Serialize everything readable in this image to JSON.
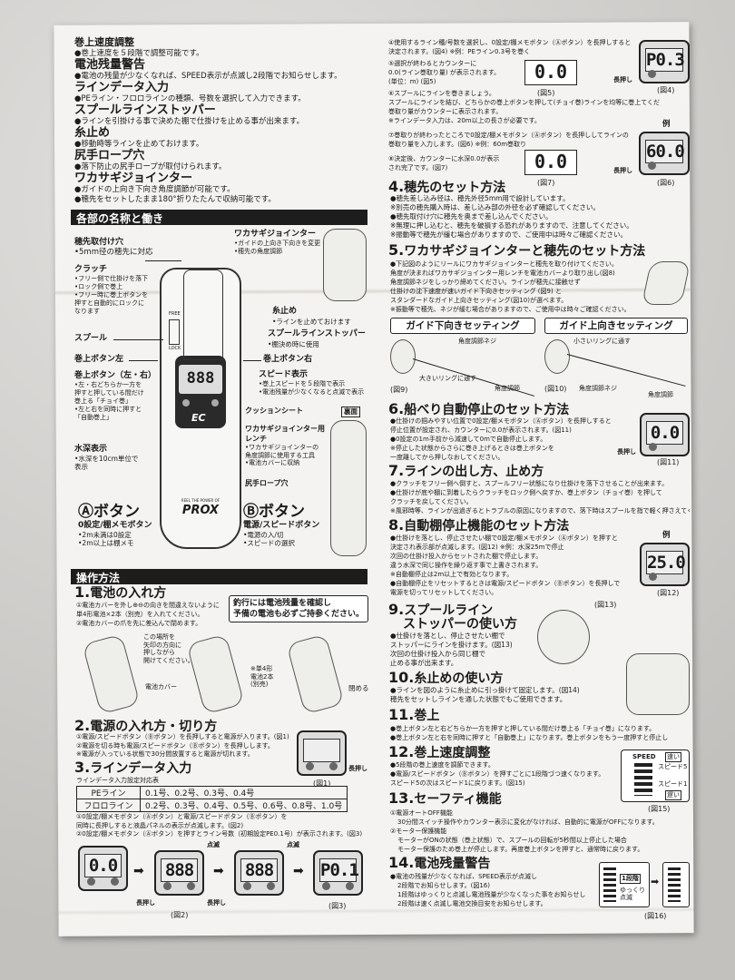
{
  "features": [
    {
      "title": "巻上速度調整",
      "bullets": [
        "●巻上速度を５段階で調整可能です。"
      ]
    },
    {
      "title": "電池残量警告",
      "bullets": [
        "●電池の残量が少なくなれば、SPEED表示が点滅し2段階でお知らせします。"
      ]
    },
    {
      "title": "ラインデータ入力",
      "bullets": [
        "●PEライン・フロロラインの種類、号数を選択して入力できます。"
      ]
    },
    {
      "title": "スプールラインストッパー",
      "bullets": [
        "●ラインを引掛ける事で決めた棚で仕掛けを止める事が出来ます。"
      ]
    },
    {
      "title": "糸止め",
      "bullets": [
        "●移動時等ラインを止めておけます。"
      ]
    },
    {
      "title": "尻手ロープ穴",
      "bullets": [
        "●落下防止の尻手ロープが取付けられます。"
      ]
    },
    {
      "title": "ワカサギジョインター",
      "bullets": [
        "●ガイドの上向き下向き角度調節が可能です。",
        "●穂先をセットしたまま180°折りたたんで収納可能です。"
      ]
    }
  ],
  "parts": {
    "header": "各部の名称と働き",
    "tip_hole": {
      "title": "穂先取付け穴",
      "desc": "•5mm径の穂先に対応"
    },
    "clutch": {
      "title": "クラッチ",
      "desc": [
        "•フリー側で仕掛けを落下",
        "•ロック側で巻上",
        "•フリー時に巻上ボタンを",
        "押すと自動的にロックに",
        "なります"
      ]
    },
    "clutch_free": "FREE",
    "clutch_lock": "LOCK",
    "spool": "スプール",
    "btn_left": "巻上ボタン左",
    "btn_lr": {
      "title": "巻上ボタン（左・右）",
      "desc": [
        "•左・右どちらか一方を",
        "押すと押している間だけ",
        "巻上る「チョイ巻」",
        "•左と右を同時に押すと",
        "「自動巻上」"
      ]
    },
    "depth": {
      "title": "水深表示",
      "desc": [
        "•水深を10cm単位で",
        "表示"
      ]
    },
    "a_button": {
      "mark": "Ⓐ",
      "title": "ボタン",
      "sub": "0設定/棚メモボタン",
      "desc": [
        "•2m未満は0設定",
        "•2m以上は棚メモ"
      ]
    },
    "b_button": {
      "mark": "Ⓑ",
      "title": "ボタン",
      "sub": "電源/スピードボタン",
      "desc": [
        "•電源の入/切",
        "•スピードの選択"
      ]
    },
    "joint": {
      "title": "ワカサギジョインター",
      "desc": [
        "•ガイドの上向き下向きを変更",
        "•穂先の角度調節"
      ]
    },
    "line_stop": {
      "title": "糸止め",
      "desc": "•ラインを止めておけます"
    },
    "spool_stopper": {
      "title": "スプールラインストッパー",
      "desc": "•棚決め時に使用"
    },
    "btn_right": "巻上ボタン右",
    "speed": {
      "title": "スピード表示",
      "desc": [
        "•巻上スピードを５段階で表示",
        "•電池残量が少なくなると点滅で表示"
      ]
    },
    "cushion": "クッションシート",
    "back_label": "裏面",
    "wrench": {
      "title": "ワカサギジョインター用",
      "title2": "レンチ",
      "desc": [
        "•ワカサギジョインターの",
        "角度調節に使用する工具",
        "•電池カバーに収納"
      ]
    },
    "rope_hole": "尻手ロープ穴",
    "device_display": "888",
    "device_logo": "EC",
    "device_brand": "PROX",
    "device_tagline": "REEL THE POWER OF"
  },
  "operation": {
    "header": "操作方法",
    "s1": {
      "num": "1.",
      "title": "電池の入れ方",
      "lines": [
        "①電池カバーを外し⊕⊖の向きを間違えないように",
        "単4形電池×2本（別売）を入れてください。",
        "②電池カバーの爪を先に差込んで閉めます。"
      ],
      "notice": [
        "釣行には電池残量を確認し",
        "予備の電池も必ずご持参ください。"
      ],
      "callout": [
        "この場所を",
        "矢印の方向に",
        "押しながら",
        "開けてください。"
      ],
      "cover": "電池カバー",
      "batt": [
        "※単4形",
        "電池2本",
        "(別売)"
      ],
      "close": "閉める"
    },
    "s2": {
      "num": "2.",
      "title": "電源の入れ方・切り方",
      "lines": [
        "①電源/スピードボタン（Ⓑボタン）を長押しすると電源が入ります。(図1)",
        "②電源を切る時も電源/スピードボタン（Ⓑボタン）を長押しします。",
        "※電源が入っている状態で30分間放置すると電源が切れます。"
      ],
      "press": "長押し",
      "fig": "(図1)"
    },
    "s3": {
      "num": "3.",
      "title": "ラインデータ入力",
      "table_caption": "ラインデータ入力設定対応表",
      "table": [
        [
          "PEライン",
          "0.1号、0.2号、0.3号、0.4号"
        ],
        [
          "フロロライン",
          "0.2号、0.3号、0.4号、0.5号、0.6号、0.8号、1.0号"
        ]
      ],
      "lines": [
        "①0設定/棚メモボタン（Ⓐボタン）と電源/スピードボタン（Ⓑボタン）を",
        "同時に長押しすると液晶パネルの表示が点滅します。(図2)",
        "②0設定/棚メモボタン（Ⓐボタン）を押すとライン号数（初期設定PE0.1号）が表示されます。(図3)"
      ],
      "displays": [
        "0.0",
        "888",
        "888",
        "P0.1"
      ],
      "blink": "点滅",
      "press": "長押し",
      "fig2": "(図2)",
      "fig3": "(図3)"
    }
  },
  "right": {
    "steps": [
      "④使用するライン種/号数を選択し、0設定/棚メモボタン（Ⓐボタン）を長押しすると",
      "決定されます。(図4) ※例：PEライン0.3号を巻く",
      "⑤選択が終わるとカウンターに",
      "0.0(ライン巻取り量) が表示されます。",
      "(単位：m) (図5)",
      "⑥スプールにラインを巻きましょう。",
      "スプールにラインを結び、どちらかの巻上ボタンを押して(チョイ巻)ラインを均等に巻上てくだ",
      "巻取り量がカウンターに表示されます。",
      "※ラインデータ入力は、20m以上の長さが必要です。",
      "⑦巻取りが終わったところで0設定/棚メモボタン（Ⓐボタン）を長押ししてラインの",
      "巻取り量を入力します。(図6) ※例：60m巻取り",
      "⑧決定後、カウンターに水深0.0が表示",
      "され完了です。(図7)"
    ],
    "disp": {
      "fig4": "P0.3",
      "fig5": "0.0",
      "fig6": "60.0",
      "fig7": "0.0",
      "fig11": "0.0",
      "fig12": "25.0"
    },
    "figs": {
      "f4": "(図4)",
      "f5": "(図5)",
      "f6": "(図6)",
      "f7": "(図7)",
      "f9": "(図9)",
      "f10": "(図10)",
      "f11": "(図11)",
      "f12": "(図12)",
      "f13": "(図13)",
      "f15": "(図15)",
      "f16": "(図16)"
    },
    "press": "長押し",
    "example": "例",
    "s4": {
      "num": "4.",
      "title": "穂先のセット方法",
      "lines": [
        "●穂先差し込み径は、穂先外径5mm用で設計しています。",
        "※別売の穂先購入時は、差し込み部の外径を必ず確認してください。",
        "●穂先取付け穴に穂先を奥まで差し込んでください。",
        "※無理に押し込むと、穂先を破損する恐れがありますので、注意してください。",
        "※振動等で穂先が緩む場合がありますので、ご使用中は時々ご確認ください。"
      ]
    },
    "s5": {
      "num": "5.",
      "title": "ワカサギジョインターと穂先のセット方法",
      "lines": [
        "●下記図のようにリールにワカサギジョインターと穂先を取り付けてください。",
        "角度が決まればワカサギジョインター用レンチを電池カバーより取り出し(図8)",
        "角度調節ネジをしっかり締めてください。ラインが穂先に接触せず",
        "仕掛けの沈下速度が速いガイド下向きセッティング (図9) と",
        "スタンダードなガイド上向きセッティング(図10)が選べます。",
        "※振動等で穂先、ネジが緩む場合がありますので、ご使用中は時々ご確認ください。"
      ],
      "down": "ガイド下向きセッティング",
      "up": "ガイド上向きセッティング",
      "screw": "角度調節ネジ",
      "big_ring": "大きいリングに通す",
      "small_ring": "小さいリングに通す",
      "angle": "角度調節"
    },
    "s6": {
      "num": "6.",
      "title": "船べり自動停止のセット方法",
      "lines": [
        "●仕掛けの掴みやすい位置で0設定/棚メモボタン（Ⓐボタン）を長押しすると",
        "停止位置が設定され、カウンターに0.0が表示されます。(図11)",
        "●0設定の1m手前から減速して0mで自動停止します。",
        "※停止した状態からさらに巻き上げるときは巻上ボタンを",
        "一度離してから押しなおしてください。"
      ]
    },
    "s7": {
      "num": "7.",
      "title": "ラインの出し方、止め方",
      "lines": [
        "●クラッチをフリー側へ倒すと、スプールフリー状態になり仕掛けを落下させることが出来ます。",
        "●仕掛けが底や棚に到着したらクラッチをロック側へ戻すか、巻上ボタン（チョイ巻）を押して",
        "クラッチを戻してください。",
        "※風邪時等、ラインが出過ぎるとトラブルの原因になりますので、落下時はスプールを指で軽く押さえてくだ"
      ]
    },
    "s8": {
      "num": "8.",
      "title": "自動棚停止機能のセット方法",
      "lines": [
        "●仕掛けを落とし、停止させたい棚で0設定/棚メモボタン（Ⓐボタン）を押すと",
        "決定され表示部が点滅します。(図12) ※例：水深25mで停止",
        "次回の仕掛け投入からセットされた棚で停止します。",
        "違う水深で同じ操作を繰り返す事で上書きされます。",
        "※自動棚停止は2m以上で有効となります。",
        "●自動棚停止をリセットするときは電源/スピードボタン（Ⓑボタン）を長押しで",
        "電源を切ってリセットしてください。"
      ]
    },
    "s9": {
      "num": "9.",
      "title": "スプールライン",
      "title2": "ストッパーの使い方",
      "lines": [
        "●仕掛けを落とし、停止させたい棚で",
        "ストッパーにラインを掛けます。(図13)",
        "次回の仕掛け投入から同じ棚で",
        "止める事が出来ます。"
      ]
    },
    "s10": {
      "num": "10.",
      "title": "糸止めの使い方",
      "lines": [
        "●ラインを図のように糸止めに引っ掛けて固定します。(図14)",
        "穂先をセットしラインを通した状態でもご使用できます。"
      ]
    },
    "s11": {
      "num": "11.",
      "title": "巻上",
      "lines": [
        "●巻上ボタン左と右どちらか一方を押すと押している間だけ巻上る「チョイ巻」になります。",
        "●巻上ボタン左と右を同時に押すと「自動巻上」になります。巻上ボタンをもう一度押すと停止し"
      ]
    },
    "s12": {
      "num": "12.",
      "title": "巻上速度調整",
      "lines": [
        "●5段階の巻上速度を調節できます。",
        "●電源/スピードボタン（Ⓑボタン）を押すごとに1段階づつ速くなります。",
        "スピード5の次はスピード1に戻ります。(図15)"
      ],
      "speed": "SPEED",
      "fast": "速い",
      "slow": "遅い",
      "sp5": "スピード5",
      "sp1": "スピード1"
    },
    "s13": {
      "num": "13.",
      "title": "セーフティ機能",
      "lines": [
        "①電源オートOFF機能",
        "30分間スイッチ操作やカウンター表示に変化がなければ、自動的に電源がOFFになります。",
        "②モーター保護機能",
        "モーターがONの状態（巻上状態）で、スプールの回転が5秒間以上停止した場合",
        "モーター保護のため巻上が停止します。再度巻上ボタンを押すと、通常時に戻ります。"
      ]
    },
    "s14": {
      "num": "14.",
      "title": "電池残量警告",
      "lines": [
        "●電池の残量が少なくなれば、SPEED表示が点滅し",
        "2段階でお知らせします。(図16)",
        "1段階はゆっくりと点滅し電池残量が少なくなった事をお知らせし",
        "2段階は速く点滅し電池交換目安をお知らせします。"
      ],
      "stage1": "1段階",
      "slow_blink": [
        "ゆっくり",
        "点滅"
      ]
    }
  }
}
